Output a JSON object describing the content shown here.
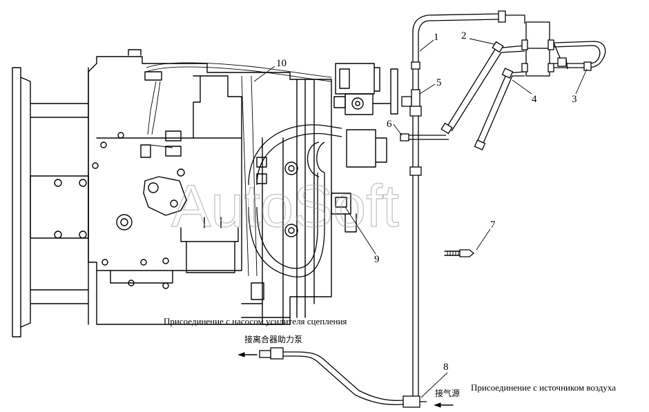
{
  "watermark": "AutoSoft",
  "callouts": {
    "c1": "1",
    "c2": "2",
    "c3": "3",
    "c4": "4",
    "c5": "5",
    "c6": "6",
    "c7": "7",
    "c8": "8",
    "c9": "9",
    "c10": "10"
  },
  "captions": {
    "clutch_pump_ru": "Присоединение с насосом усилителя сцепления",
    "clutch_pump_cn": "接离合器助力泵",
    "air_source_ru": "Присоединение с источником воздуха",
    "air_source_cn": "接气源"
  }
}
